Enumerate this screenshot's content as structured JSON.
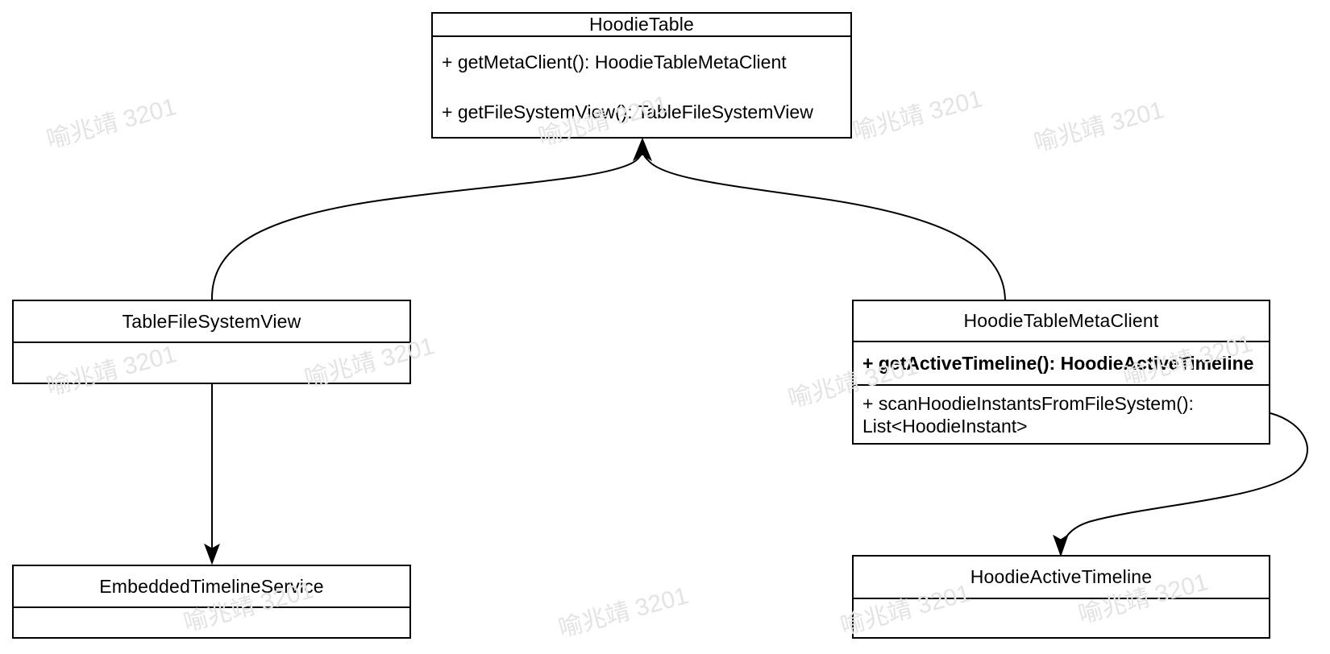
{
  "diagram": {
    "type": "uml-class-diagram",
    "colors": {
      "background": "#ffffff",
      "stroke": "#000000",
      "box_fill": "#ffffff",
      "watermark": "#e3e3e3"
    },
    "watermark": {
      "text": "喻兆靖 3201"
    },
    "classes": [
      {
        "title": "HoodieTable",
        "sections": [
          [
            "+ getMetaClient(): HoodieTableMetaClient",
            "+ getFileSystemView(): TableFileSystemView"
          ]
        ]
      },
      {
        "title": "TableFileSystemView",
        "sections": [
          []
        ]
      },
      {
        "title": "HoodieTableMetaClient",
        "sections": [
          [
            "+ getActiveTimeline(): HoodieActiveTimeline"
          ],
          [
            "+ scanHoodieInstantsFromFileSystem():\nList<HoodieInstant>"
          ]
        ]
      },
      {
        "title": "EmbeddedTimelineService",
        "sections": [
          []
        ]
      },
      {
        "title": "HoodieActiveTimeline",
        "sections": [
          []
        ]
      }
    ],
    "relations": [
      {
        "from": "TableFileSystemView",
        "to": "HoodieTable",
        "style": "curved-arrow"
      },
      {
        "from": "HoodieTableMetaClient",
        "to": "HoodieTable",
        "style": "curved-arrow"
      },
      {
        "from": "TableFileSystemView",
        "to": "EmbeddedTimelineService",
        "style": "straight-arrow"
      },
      {
        "from": "HoodieTableMetaClient",
        "to": "HoodieActiveTimeline",
        "style": "s-curve-arrow"
      }
    ]
  }
}
